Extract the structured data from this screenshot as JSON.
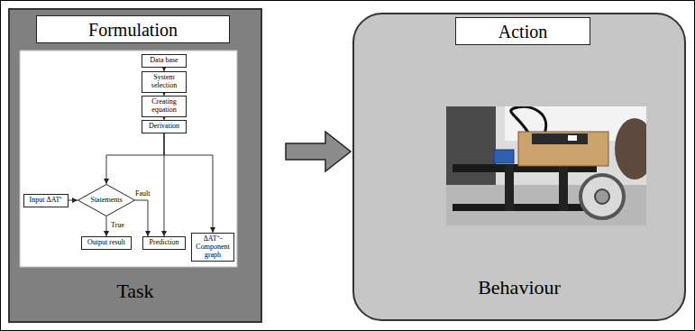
{
  "diagram": {
    "nodes": [
      {
        "text": [
          "Task"
        ]
      },
      {
        "text": [
          "Formulation"
        ],
        "in": 0
      },
      {
        "text": [
          "Data base"
        ],
        "in": 0
      },
      {
        "text": [
          "System selection"
        ],
        "in": 0
      },
      {
        "text": [
          "Creating equation"
        ],
        "in": 0
      },
      {
        "text": [
          "Derivation"
        ],
        "in": 0
      },
      {
        "text": [
          "Input ΔAT⁺"
        ],
        "in": 0
      },
      {
        "text": [
          "Statements"
        ],
        "in": 0
      },
      {
        "text": [
          "Output result"
        ],
        "in": 0
      },
      {
        "text": [
          "Prediction"
        ],
        "in": 0
      },
      {
        "text": [
          "ΔAT⁺-Component graph"
        ],
        "in": 0
      },
      {
        "text": [
          "Behaviour"
        ]
      },
      {
        "text": [
          "Action"
        ],
        "in": 11
      }
    ],
    "edges": [
      {
        "from": 2,
        "to": 3,
        "arrow": "to"
      },
      {
        "from": 3,
        "to": 4,
        "arrow": "to"
      },
      {
        "from": 4,
        "to": 5,
        "arrow": "to"
      },
      {
        "from": 5,
        "to": 7,
        "arrow": "to"
      },
      {
        "from": 5,
        "to": 9,
        "arrow": "to"
      },
      {
        "from": 5,
        "to": 10,
        "arrow": "to"
      },
      {
        "from": 6,
        "to": 7,
        "arrow": "to"
      },
      {
        "from": 7,
        "to": 8,
        "label": "True",
        "arrow": "to"
      },
      {
        "from": 7,
        "to": 9,
        "label": "Fault",
        "arrow": "to"
      },
      {
        "from": 0,
        "to": 11,
        "arrow": "to"
      }
    ]
  }
}
